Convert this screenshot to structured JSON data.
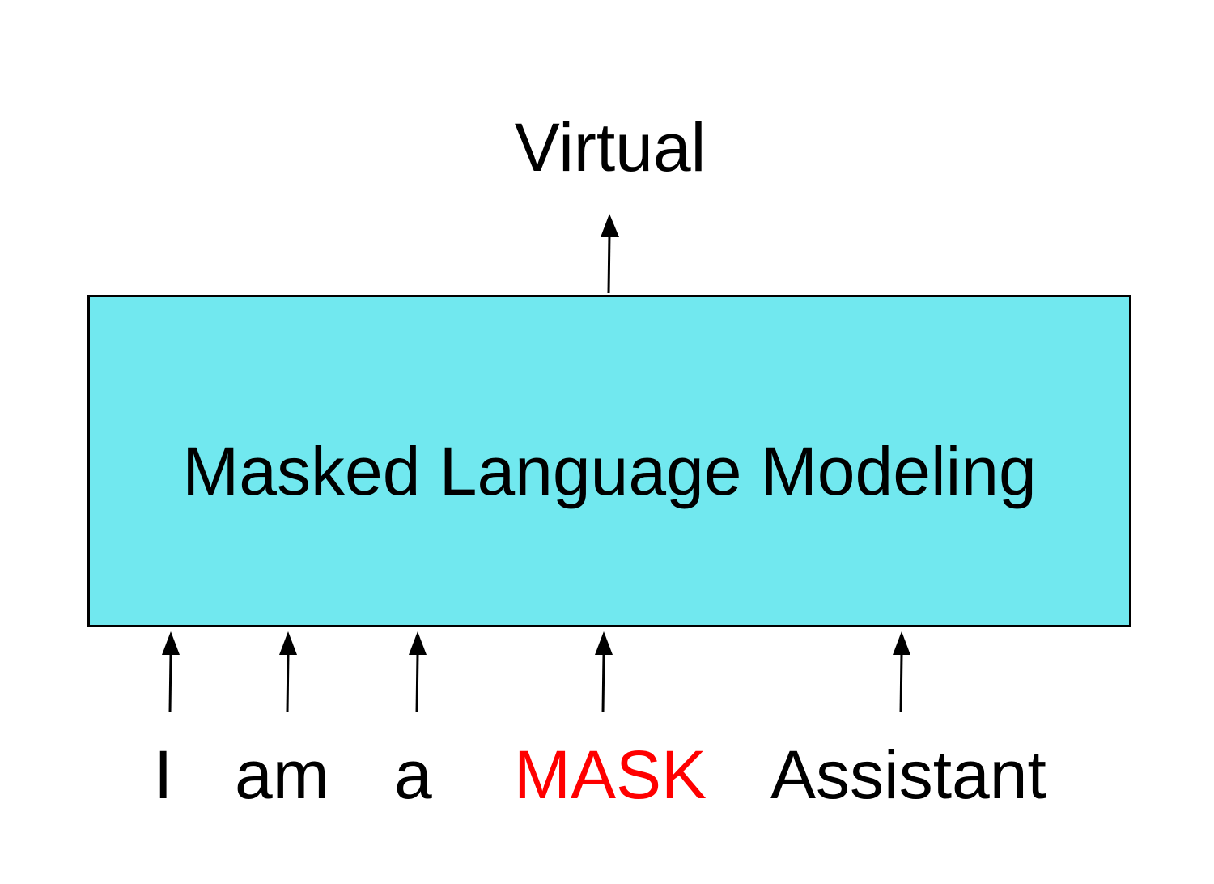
{
  "output_token": "Virtual",
  "model_label": "Masked Language Modeling",
  "input_tokens": [
    {
      "text": "I",
      "masked": false
    },
    {
      "text": "am",
      "masked": false
    },
    {
      "text": "a",
      "masked": false
    },
    {
      "text": "MASK",
      "masked": true
    },
    {
      "text": "Assistant",
      "masked": false
    }
  ],
  "colors": {
    "box_fill": "#71e8ef",
    "mask_text": "#ff0000",
    "stroke": "#000000"
  }
}
